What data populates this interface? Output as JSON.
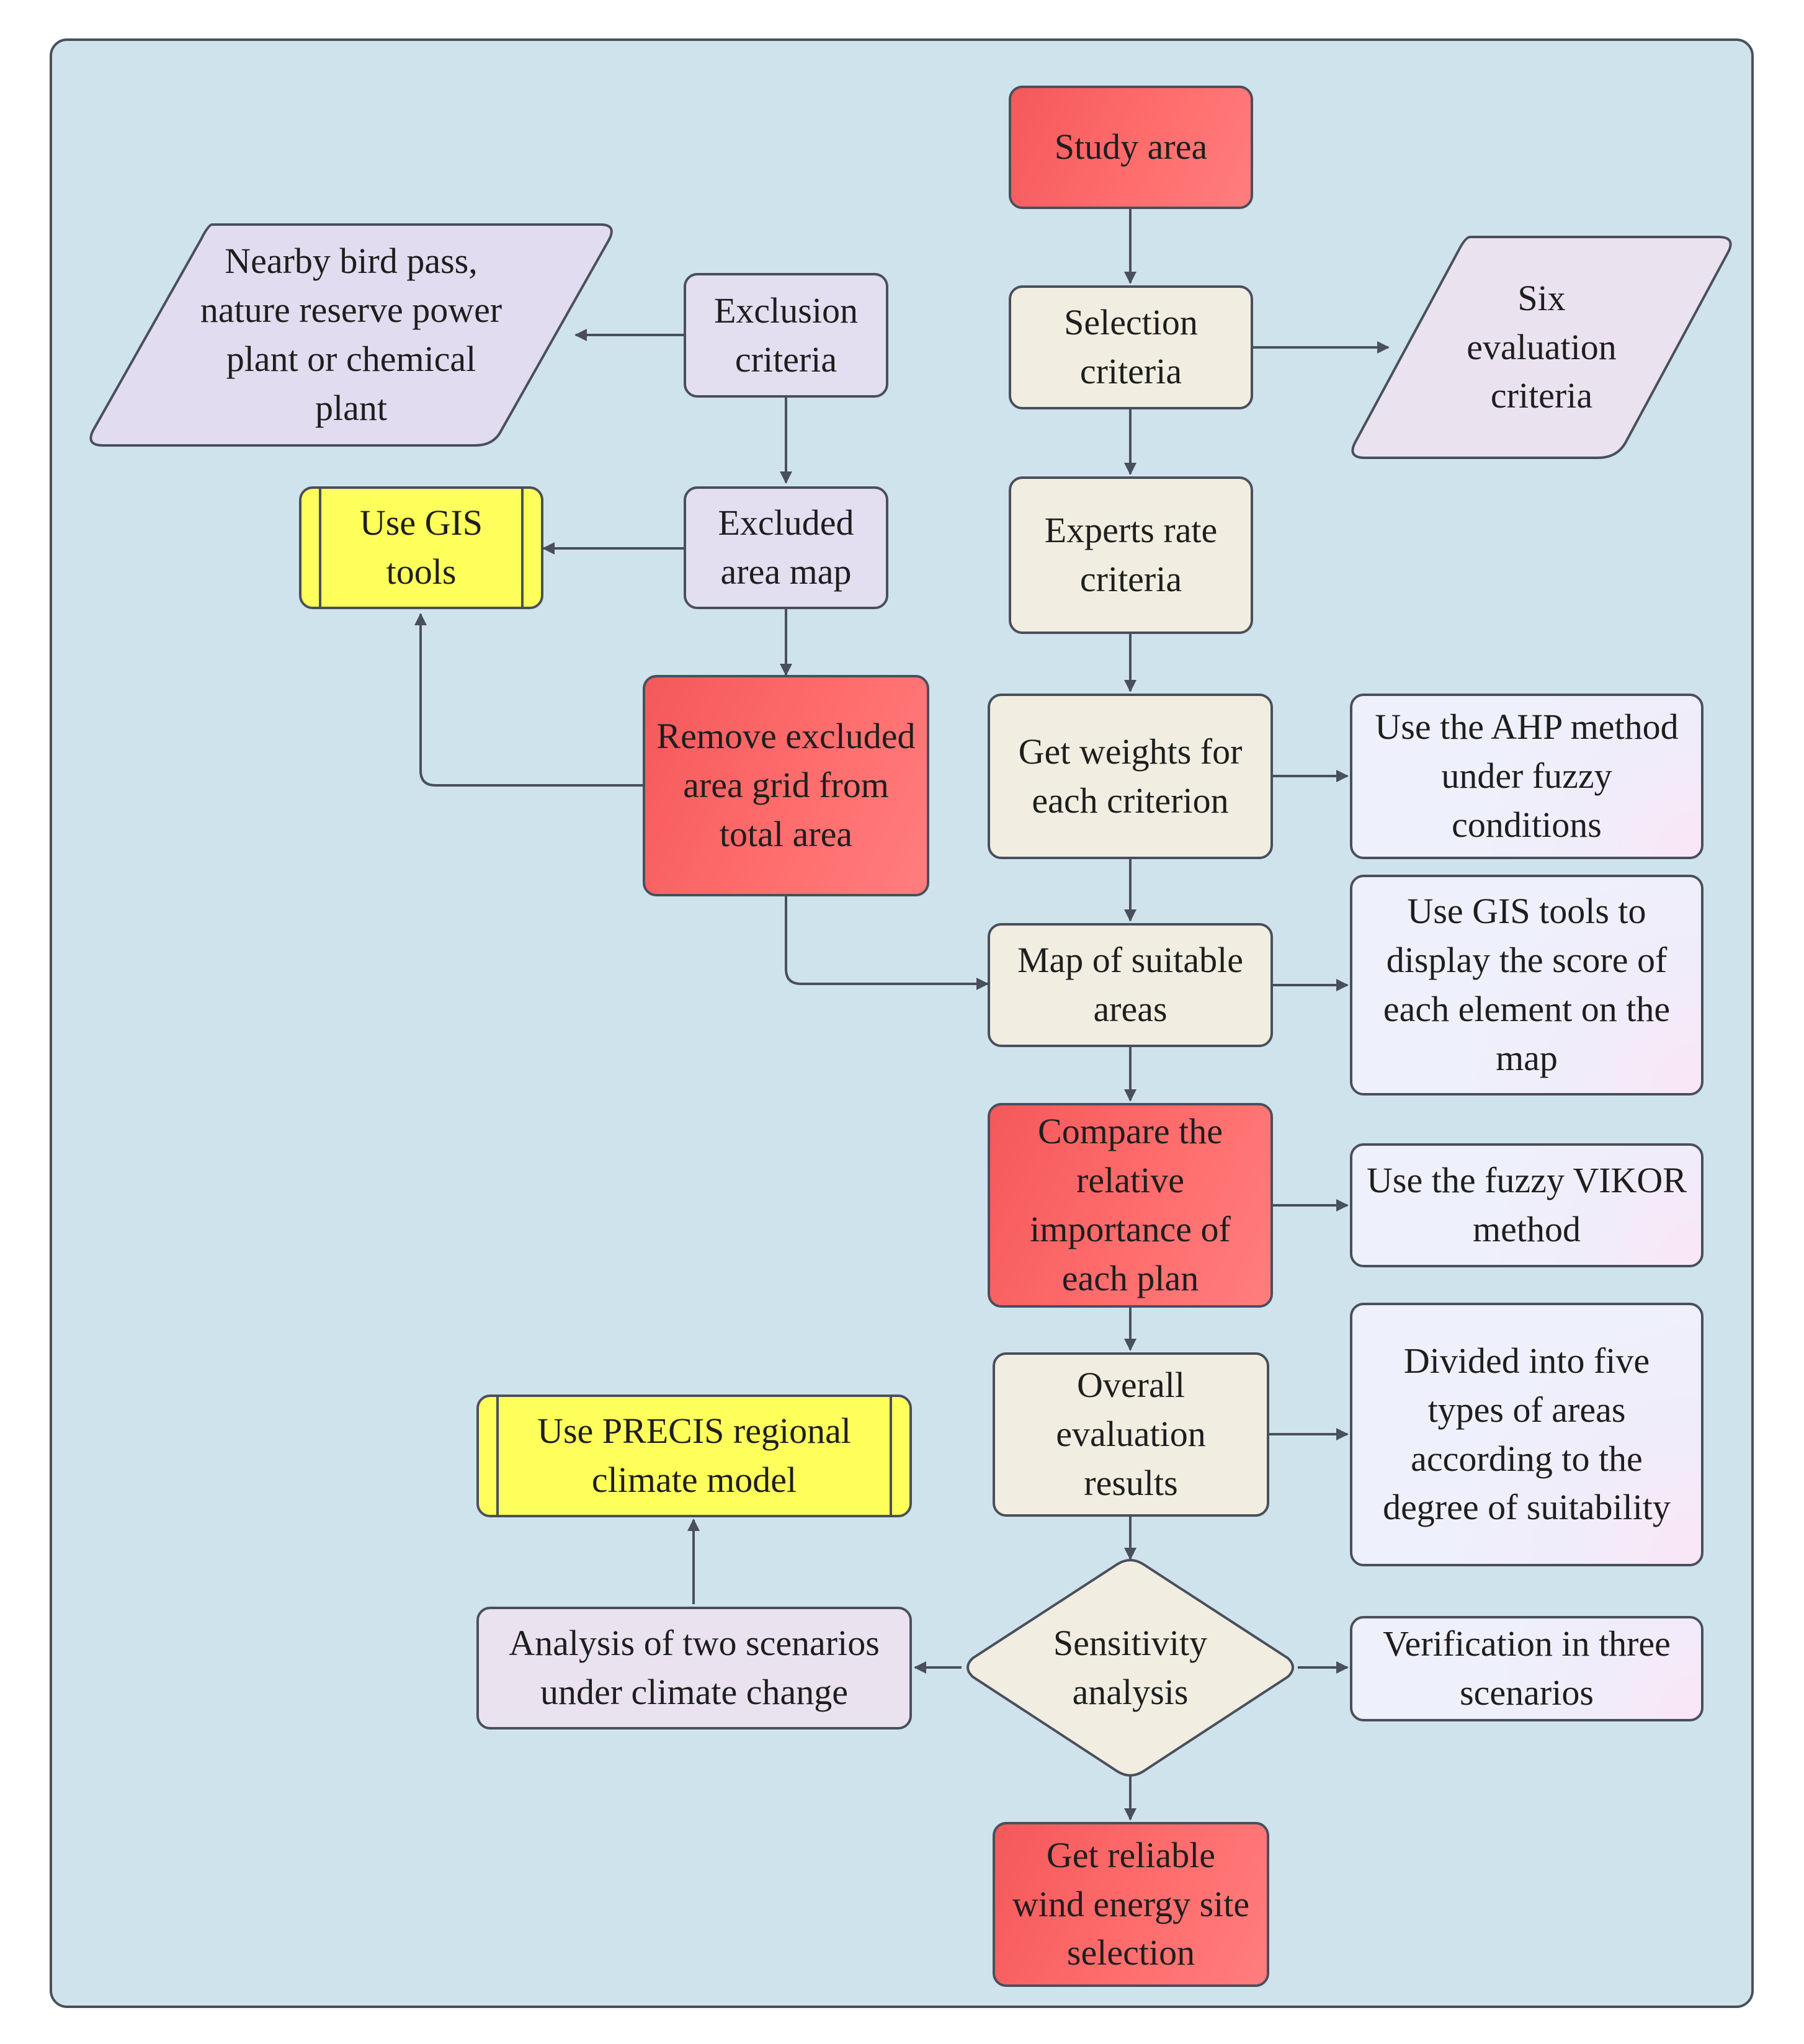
{
  "nodes": {
    "study_area": "Study area",
    "selection_criteria": "Selection criteria",
    "six_evaluation_criteria": "Six evaluation criteria",
    "exclusion_criteria": "Exclusion criteria",
    "nearby_constraints": "Nearby bird pass, nature reserve power plant or chemical plant",
    "experts_rate_criteria": "Experts rate criteria",
    "excluded_area_map": "Excluded area map",
    "use_gis_tools": "Use GIS tools",
    "remove_excluded_area": "Remove excluded area grid from total area",
    "get_weights": "Get weights for each criterion",
    "use_ahp_fuzzy": "Use the AHP method under fuzzy conditions",
    "map_suitable_areas": "Map of suitable areas",
    "use_gis_display_score": "Use GIS tools to display the score of each element on the map",
    "compare_importance": "Compare the relative importance of each plan",
    "use_fuzzy_vikor": "Use the fuzzy VIKOR method",
    "overall_results": "Overall evaluation results",
    "five_area_types": "Divided into five types of areas according to the degree of suitability",
    "use_precis": "Use PRECIS regional climate model",
    "sensitivity_analysis": "Sensitivity analysis",
    "two_scenarios": "Analysis of two scenarios under climate change",
    "verification_three": "Verification in three scenarios",
    "reliable_site_selection": "Get reliable wind energy site selection"
  },
  "colors": {
    "panel_background": "#cfe3ec",
    "outline": "#4a4f5c",
    "key_step_red": "#ff6464",
    "process_beige": "#f1ede0",
    "input_lavender": "#e3def0",
    "tool_yellow": "#ffff5c",
    "method_pale": "#eef0fb"
  }
}
